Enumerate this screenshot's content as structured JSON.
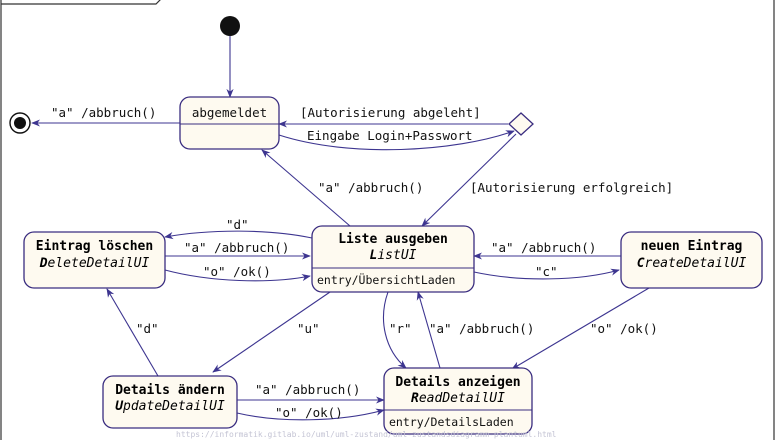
{
  "states": {
    "abgemeldet": {
      "name": "abgemeldet"
    },
    "liste": {
      "name": "Liste ausgeben",
      "ui_initial": "L",
      "ui_rest": "istUI",
      "entry": "entry/ÜbersichtLaden"
    },
    "loeschen": {
      "name": "Eintrag löschen",
      "ui_initial": "D",
      "ui_rest": "eleteDetailUI"
    },
    "neu": {
      "name": "neuen Eintrag",
      "ui_initial": "C",
      "ui_rest": "reateDetailUI"
    },
    "aendern": {
      "name": "Details ändern",
      "ui_initial": "U",
      "ui_rest": "pdateDetailUI"
    },
    "anzeigen": {
      "name": "Details anzeigen",
      "ui_initial": "R",
      "ui_rest": "eadDetailUI",
      "entry": "entry/DetailsLaden"
    }
  },
  "transitions": {
    "abmelden_final": "\"a\" /abbruch()",
    "auth_abgelehnt": "[Autorisierung abgeleht]",
    "login": "Eingabe Login+Passwort",
    "liste_abbruch": "\"a\" /abbruch()",
    "auth_erfolg": "[Autorisierung erfolgreich]",
    "zu_loeschen": "\"d\"",
    "loeschen_abbruch": "\"a\" /abbruch()",
    "loeschen_ok": "\"o\" /ok()",
    "neu_abbruch": "\"a\" /abbruch()",
    "zu_neu": "\"c\"",
    "zu_aendern": "\"u\"",
    "zu_anzeigen": "\"r\"",
    "anzeigen_abbruch": "\"a\" /abbruch()",
    "neu_ok": "\"o\" /ok()",
    "aendern_zu_loeschen": "\"d\"",
    "aendern_abbruch": "\"a\" /abbruch()",
    "aendern_ok": "\"o\" /ok()"
  },
  "watermark": "https://informatik.gitlab.io/uml/uml-zustand/uml-zustandsdiagramm-plantuml.html",
  "colors": {
    "state_fill": "#fefaf0",
    "state_border": "#3a2d80",
    "arrow": "#3d3590"
  }
}
